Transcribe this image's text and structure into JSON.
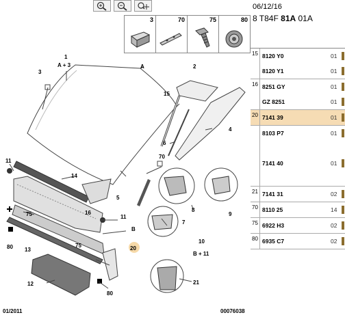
{
  "toolbar": {
    "tools": [
      {
        "name": "zoom-in-icon"
      },
      {
        "name": "zoom-out-icon"
      },
      {
        "name": "zoom-move-icon"
      }
    ]
  },
  "thumbnails": [
    {
      "num": "3"
    },
    {
      "num": "70"
    },
    {
      "num": "75"
    },
    {
      "num": "80"
    }
  ],
  "callouts": {
    "n1": "1",
    "n1b": "A + 3",
    "n3": "3",
    "A": "A",
    "n2": "2",
    "n15": "15",
    "n4": "4",
    "n6": "6",
    "n11a": "11",
    "n14": "14",
    "n70": "70",
    "n16": "16",
    "n5": "5",
    "n8": "8",
    "n9": "9",
    "n75a": "75",
    "n11b": "11",
    "n7": "7",
    "n13": "13",
    "B": "B",
    "n80a": "80",
    "n75b": "75",
    "n20": "20",
    "n10": "10",
    "n10b": "B + 11",
    "n12": "12",
    "n80b": "80",
    "n21": "21"
  },
  "footer": {
    "left": "01/2011",
    "right": "00076038"
  },
  "panel": {
    "date": "06/12/16",
    "ref_prefix": "8 T84F ",
    "ref_bold": "81A",
    "ref_suffix": " 01A",
    "groups": [
      {
        "num": "15",
        "selected": false,
        "rows": [
          {
            "code": "8120 Y0",
            "qty": "01"
          },
          {
            "code": "8120 Y1",
            "qty": "01"
          }
        ]
      },
      {
        "num": "16",
        "selected": false,
        "rows": [
          {
            "code": "8251 GY",
            "qty": "01"
          },
          {
            "code": "GZ 8251",
            "qty": "01"
          }
        ]
      },
      {
        "num": "20",
        "selected": true,
        "rows": [
          {
            "code": "7141 39",
            "qty": "01"
          }
        ]
      },
      {
        "num": "",
        "selected": false,
        "rows": [
          {
            "code": "8103 P7",
            "qty": "01"
          },
          {
            "code": "",
            "qty": ""
          },
          {
            "code": "7141 40",
            "qty": "01"
          },
          {
            "code": "",
            "qty": ""
          }
        ]
      },
      {
        "num": "21",
        "selected": false,
        "rows": [
          {
            "code": "7141 31",
            "qty": "02"
          }
        ]
      },
      {
        "num": "70",
        "selected": false,
        "rows": [
          {
            "code": "8110 25",
            "qty": "14"
          }
        ]
      },
      {
        "num": "75",
        "selected": false,
        "rows": [
          {
            "code": "6922 H3",
            "qty": "02"
          }
        ]
      },
      {
        "num": "80",
        "selected": false,
        "rows": [
          {
            "code": "6935 C7",
            "qty": "02"
          }
        ]
      }
    ]
  }
}
